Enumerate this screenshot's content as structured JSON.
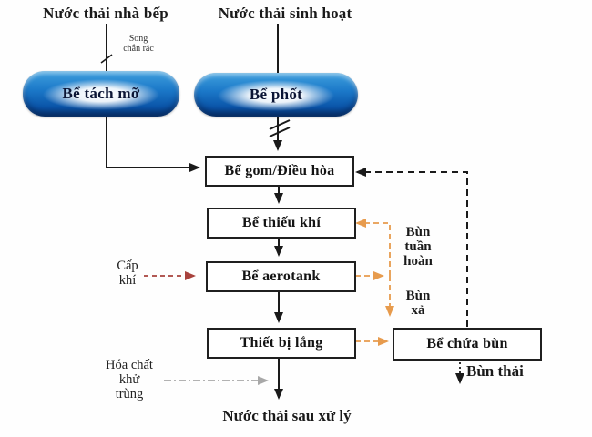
{
  "header": {
    "left_source": "Nước thải nhà bếp",
    "right_source": "Nước thải sinh hoạt"
  },
  "nodes": {
    "grease_tank": "Bể tách mỡ",
    "septic_tank": "Bể phốt",
    "collection_tank": "Bể gom/Điều hòa",
    "anoxic_tank": "Bể thiếu khí",
    "aeration_tank": "Bể aerotank",
    "settling_tank": "Thiết bị lắng",
    "sludge_tank": "Bể chứa bùn"
  },
  "labels": {
    "bar_screen_lines": [
      "Song",
      "chắn rác"
    ],
    "air_supply_lines": [
      "Cấp",
      "khí"
    ],
    "recirculated_sludge_lines": [
      "Bùn",
      "tuần",
      "hoàn"
    ],
    "sludge_discharge_lines": [
      "Bùn",
      "xả"
    ],
    "waste_sludge": "Bùn thải",
    "disinfectant_lines": [
      "Hóa chất",
      "khử",
      "trùng"
    ],
    "treated_effluent": "Nước thải sau xử lý"
  },
  "colors": {
    "pill_top": "#3fa0de",
    "pill_bottom": "#0a53a7",
    "line_black": "#1a1a1a",
    "sludge_orange": "#e79b4d",
    "air_red": "#a8423d",
    "chem_gray": "#a8a8a8"
  }
}
